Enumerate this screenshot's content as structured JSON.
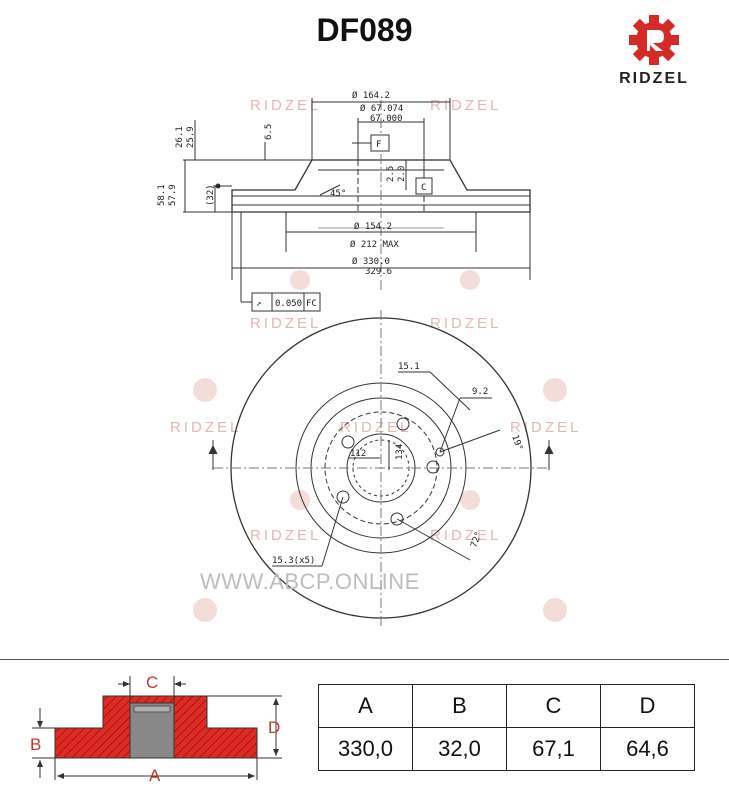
{
  "title": "DF089",
  "brand": {
    "name": "RIDZEL",
    "color": "#d42b27"
  },
  "watermark": {
    "text": "RIDZEL",
    "site": "WWW.ABCP.ONLINE"
  },
  "side_view": {
    "dims": {
      "hub_diameter": "Ø 164.2",
      "center_bore_max": "Ø 67.074",
      "center_bore_min": "67.000",
      "total_height_max": "26.1",
      "total_height_min": "25.9",
      "hat_thickness": "6.5",
      "overall_max": "58.1",
      "overall_min": "57.9",
      "thickness_ref": "(32)",
      "step_a": "2.5",
      "step_b": "2.0",
      "chamfer_angle": "45°",
      "datum_f": "F",
      "datum_c": "C",
      "inner_diameter": "Ø 154.2",
      "friction_max": "Ø 212 MAX",
      "outer_max": "Ø 330.0",
      "outer_min": "329.6",
      "runout_symbol": "↗",
      "runout": "0.050",
      "runout_ref": "FC"
    }
  },
  "front_view": {
    "dims": {
      "hole_dim": "15.1",
      "small_hole": "9.2",
      "pcd_a": "112",
      "pcd_b": "134",
      "angle_a": "19°",
      "angle_b": "72°",
      "bolt_holes": "15.3(x5)"
    }
  },
  "specs": {
    "headers": [
      "A",
      "B",
      "C",
      "D"
    ],
    "values": [
      "330,0",
      "32,0",
      "67,1",
      "64,6"
    ],
    "diagram_labels": {
      "a": "A",
      "b": "B",
      "c": "C",
      "d": "D"
    }
  }
}
